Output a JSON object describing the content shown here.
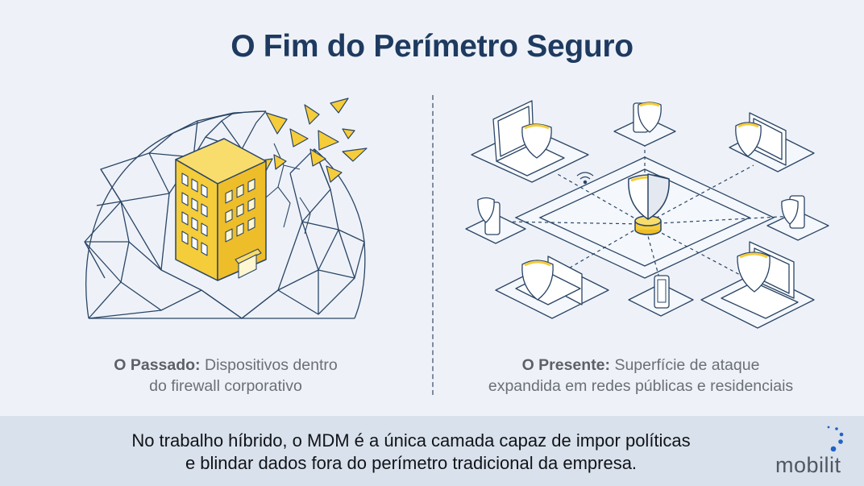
{
  "title": "O Fim do Perímetro Seguro",
  "left_panel": {
    "caption_strong": "O Passado:",
    "caption_line1": " Dispositivos dentro",
    "caption_line2": "do firewall corporativo"
  },
  "right_panel": {
    "caption_strong": "O Presente:",
    "caption_line1": " Superfície de ataque",
    "caption_line2": "expandida em redes públicas e residenciais"
  },
  "footer": {
    "line1": "No trabalho híbrido, o MDM é a única camada capaz de impor políticas",
    "line2": "e blindar dados fora do perímetro tradicional da empresa."
  },
  "logo": {
    "text": "mobilit"
  },
  "colors": {
    "navy": "#1e3a60",
    "accent_yellow": "#f5cc3a",
    "line_navy": "#2a4566",
    "footer_band": "#d9e1ec"
  }
}
